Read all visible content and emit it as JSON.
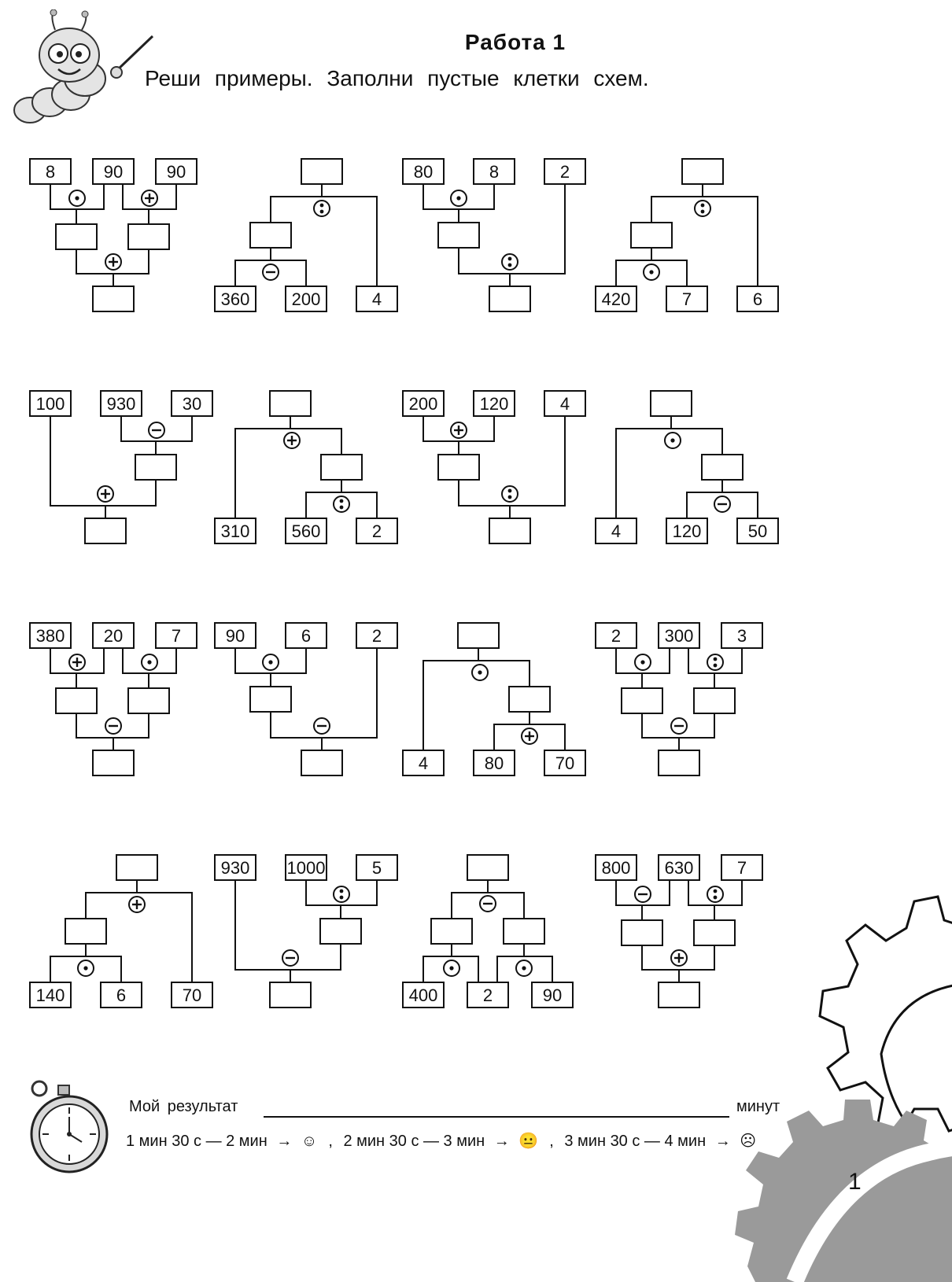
{
  "header": {
    "title": "Работа  1",
    "instruction": "Реши  примеры.  Заполни  пустые  клетки  схем."
  },
  "schemes": [
    {
      "layout": "V",
      "values": [
        "8",
        "90",
        "90"
      ],
      "ops": [
        "times",
        "plus",
        "plus"
      ]
    },
    {
      "layout": "TL",
      "values": [
        "360",
        "200",
        "4"
      ],
      "ops": [
        "div",
        "minus"
      ]
    },
    {
      "layout": "IL",
      "values": [
        "80",
        "8",
        "2"
      ],
      "ops": [
        "times",
        "div"
      ]
    },
    {
      "layout": "TL",
      "values": [
        "420",
        "7",
        "6"
      ],
      "ops": [
        "div",
        "times"
      ]
    },
    {
      "layout": "IR",
      "values": [
        "100",
        "930",
        "30"
      ],
      "ops": [
        "minus",
        "plus"
      ]
    },
    {
      "layout": "TR",
      "values": [
        "310",
        "560",
        "2"
      ],
      "ops": [
        "plus",
        "div"
      ]
    },
    {
      "layout": "IL",
      "values": [
        "200",
        "120",
        "4"
      ],
      "ops": [
        "plus",
        "div"
      ]
    },
    {
      "layout": "TR",
      "values": [
        "4",
        "120",
        "50"
      ],
      "ops": [
        "times",
        "minus"
      ]
    },
    {
      "layout": "V",
      "values": [
        "380",
        "20",
        "7"
      ],
      "ops": [
        "plus",
        "times",
        "minus"
      ]
    },
    {
      "layout": "IL",
      "values": [
        "90",
        "6",
        "2"
      ],
      "ops": [
        "times",
        "minus"
      ]
    },
    {
      "layout": "TR",
      "values": [
        "4",
        "80",
        "70"
      ],
      "ops": [
        "times",
        "plus"
      ]
    },
    {
      "layout": "V",
      "values": [
        "2",
        "300",
        "3"
      ],
      "ops": [
        "times",
        "div",
        "minus"
      ]
    },
    {
      "layout": "TL",
      "values": [
        "140",
        "6",
        "70"
      ],
      "ops": [
        "plus",
        "times"
      ]
    },
    {
      "layout": "IR",
      "values": [
        "930",
        "1000",
        "5"
      ],
      "ops": [
        "div",
        "minus"
      ]
    },
    {
      "layout": "TD",
      "values": [
        "400",
        "2",
        "90"
      ],
      "ops": [
        "minus",
        "times",
        "times"
      ]
    },
    {
      "layout": "V",
      "values": [
        "800",
        "630",
        "7"
      ],
      "ops": [
        "minus",
        "div",
        "plus"
      ]
    }
  ],
  "footer": {
    "result_label": "Мой  результат",
    "result_unit": "минут",
    "timing": [
      {
        "range": "1 мин 30 с — 2 мин",
        "face": "☺"
      },
      {
        "range": "2 мин 30 с — 3 мин",
        "face": "😐"
      },
      {
        "range": "3 мин 30 с — 4 мин",
        "face": "☹"
      }
    ],
    "page_number": "1"
  },
  "icons": [
    "caterpillar-teacher-icon",
    "stopwatch-icon",
    "gear-decoration-icon",
    "happy-face-icon",
    "neutral-face-icon",
    "sad-face-icon",
    "arrow-right-icon"
  ],
  "colors": {
    "ink": "#111111",
    "gear_gray": "#9a9a9a",
    "background": "#ffffff"
  }
}
